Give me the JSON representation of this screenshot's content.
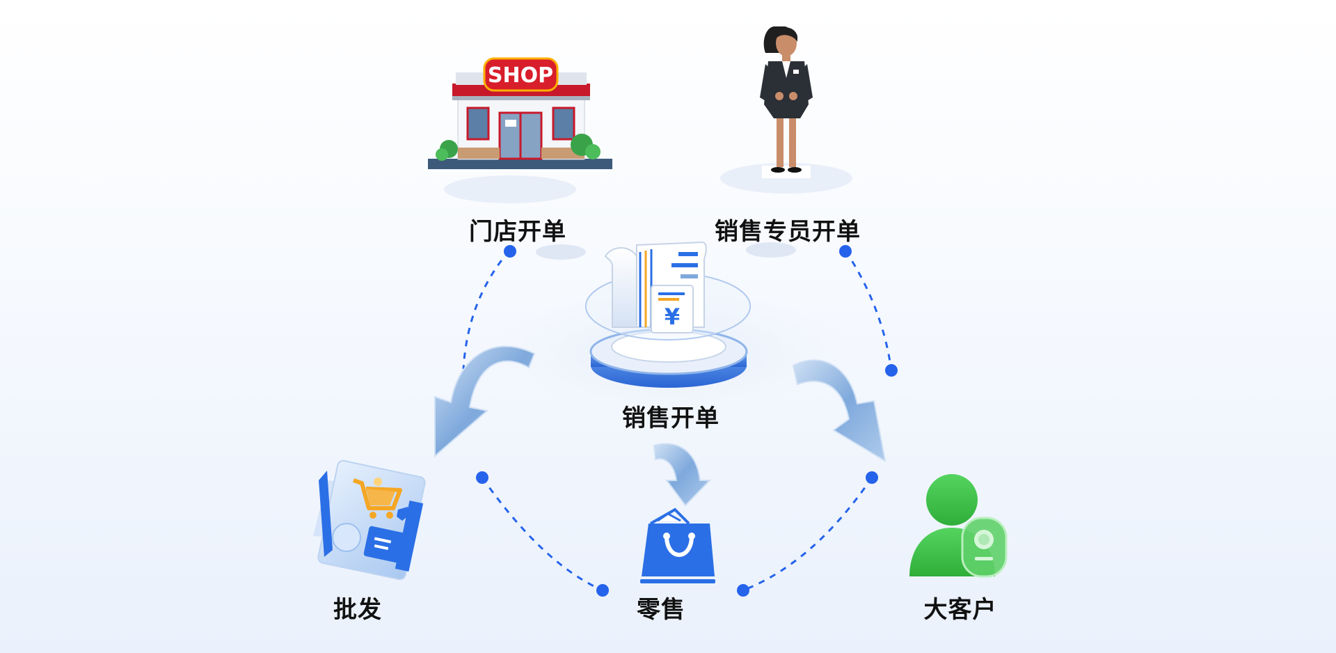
{
  "diagram": {
    "center": {
      "label": "销售开单",
      "icon": "receipt-platform-icon"
    },
    "sources": [
      {
        "id": "store",
        "label": "门店开单",
        "icon": "shop-icon"
      },
      {
        "id": "sales-rep",
        "label": "销售专员开单",
        "icon": "salesperson-icon"
      }
    ],
    "outputs": [
      {
        "id": "wholesale",
        "label": "批发",
        "icon": "wholesale-cart-icon"
      },
      {
        "id": "retail",
        "label": "零售",
        "icon": "shopping-bag-icon"
      },
      {
        "id": "key-account",
        "label": "大客户",
        "icon": "key-account-user-icon"
      }
    ],
    "icon_texts": {
      "shop_sign": "SHOP",
      "currency": "¥"
    },
    "colors": {
      "connector": "#2563eb",
      "arrow": "#6f9fd6",
      "accent_blue": "#2b6fe6",
      "accent_green": "#3fc34a",
      "accent_orange": "#f5a623"
    }
  }
}
